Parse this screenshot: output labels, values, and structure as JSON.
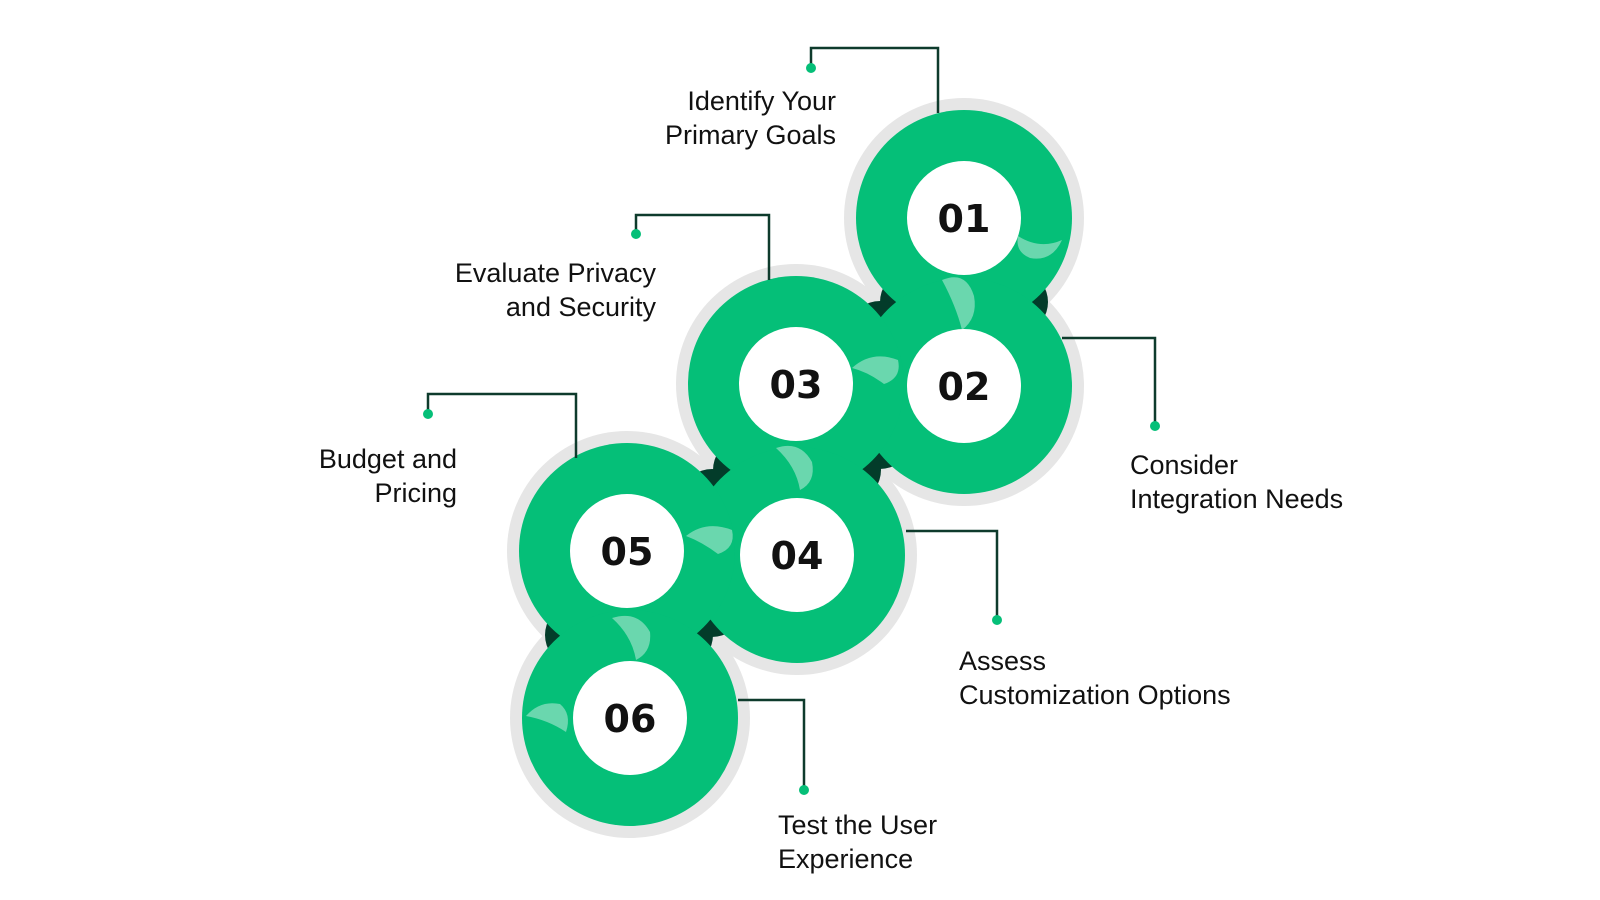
{
  "colors": {
    "green": "#05bf78",
    "dark_green": "#033c2a",
    "light_green": "#6ad7ae",
    "halo": "#e6e6e6",
    "connector": "#0e3b2c",
    "dot": "#05bf78",
    "text": "#111111"
  },
  "steps": [
    {
      "number": "01",
      "line1": "Identify Your",
      "line2": "Primary Goals"
    },
    {
      "number": "02",
      "line1": "Consider",
      "line2": "Integration Needs"
    },
    {
      "number": "03",
      "line1": "Evaluate Privacy",
      "line2": "and Security"
    },
    {
      "number": "04",
      "line1": "Assess",
      "line2": "Customization Options"
    },
    {
      "number": "05",
      "line1": "Budget and",
      "line2": "Pricing"
    },
    {
      "number": "06",
      "line1": "Test the User",
      "line2": "Experience"
    }
  ]
}
